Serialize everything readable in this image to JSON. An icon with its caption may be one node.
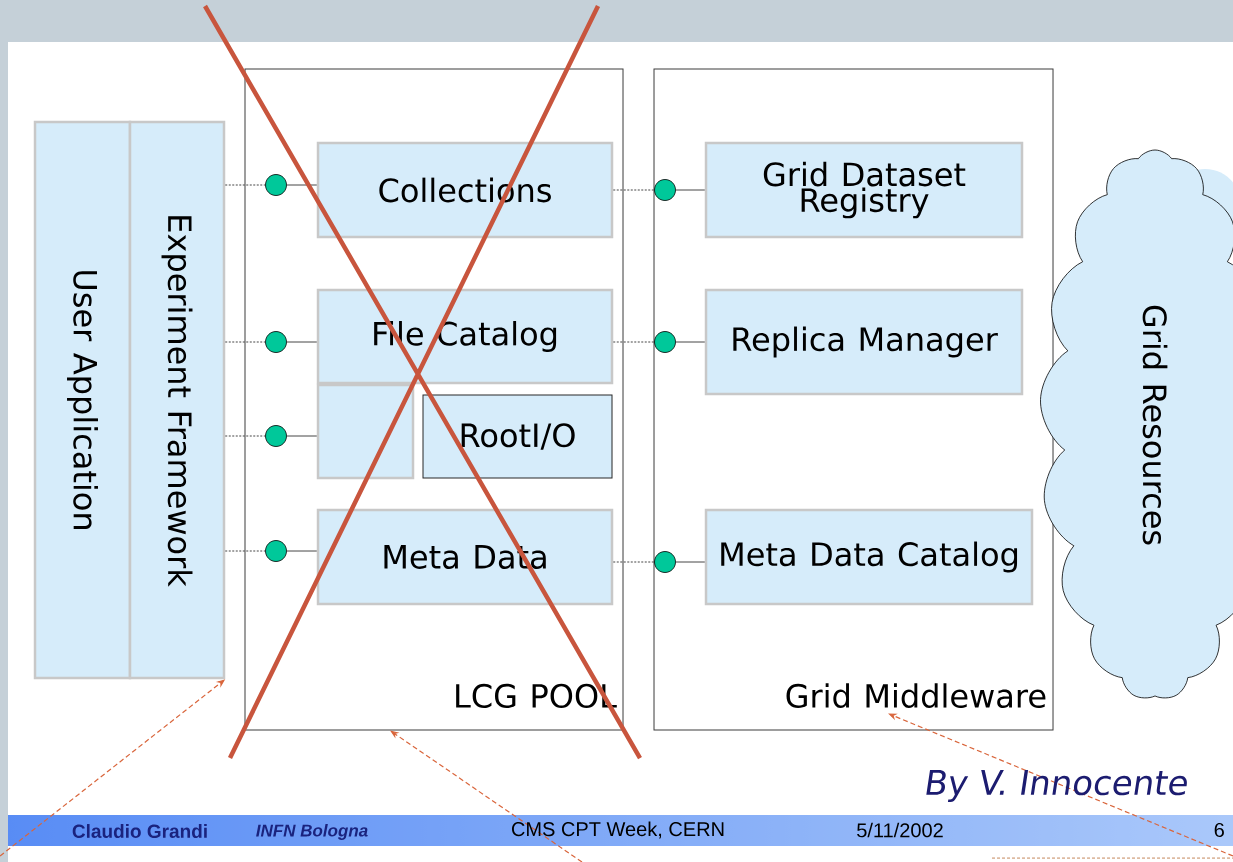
{
  "diagram": {
    "nodes": [
      {
        "text": [
          "User Application"
        ]
      },
      {
        "text": [
          "Experiment Framework"
        ]
      },
      {
        "text": [
          "LCG POOL"
        ]
      },
      {
        "text": [],
        "shape": "circle",
        "in": 2
      },
      {
        "text": [
          "Collections"
        ],
        "in": 2
      },
      {
        "text": [],
        "shape": "circle",
        "in": 2
      },
      {
        "text": [
          "File Catalog"
        ],
        "in": 2
      },
      {
        "text": [],
        "shape": "circle",
        "in": 2
      },
      {
        "text": [],
        "shape": "box",
        "in": 2
      },
      {
        "text": [
          "RootI/O"
        ],
        "in": 2
      },
      {
        "text": [],
        "shape": "circle",
        "in": 2
      },
      {
        "text": [
          "Meta Data"
        ],
        "in": 2
      },
      {
        "text": [
          "Grid Middleware"
        ]
      },
      {
        "text": [],
        "shape": "circle",
        "in": 12
      },
      {
        "text": [
          "Grid Dataset Registry"
        ],
        "in": 12
      },
      {
        "text": [],
        "shape": "circle",
        "in": 12
      },
      {
        "text": [
          "Replica Manager"
        ],
        "in": 12
      },
      {
        "text": [],
        "shape": "circle",
        "in": 12
      },
      {
        "text": [
          "Meta Data Catalog"
        ],
        "in": 12
      },
      {
        "text": [
          "Grid Resources"
        ]
      }
    ],
    "edges": [
      {
        "from": 1,
        "to": 3,
        "arrow": "none",
        "style": "dashed"
      },
      {
        "from": 3,
        "to": 4,
        "arrow": "none"
      },
      {
        "from": 1,
        "to": 5,
        "arrow": "none",
        "style": "dashed"
      },
      {
        "from": 5,
        "to": 6,
        "arrow": "none"
      },
      {
        "from": 1,
        "to": 7,
        "arrow": "none",
        "style": "dashed"
      },
      {
        "from": 7,
        "to": 8,
        "arrow": "none"
      },
      {
        "from": 1,
        "to": 10,
        "arrow": "none",
        "style": "dashed"
      },
      {
        "from": 10,
        "to": 11,
        "arrow": "none"
      },
      {
        "from": 4,
        "to": 13,
        "arrow": "none",
        "style": "dashed"
      },
      {
        "from": 13,
        "to": 14,
        "arrow": "none"
      },
      {
        "from": 6,
        "to": 15,
        "arrow": "none",
        "style": "dashed"
      },
      {
        "from": 15,
        "to": 16,
        "arrow": "none"
      },
      {
        "from": 11,
        "to": 17,
        "arrow": "none",
        "style": "dashed"
      },
      {
        "from": 17,
        "to": 18,
        "arrow": "none"
      },
      {
        "from": null,
        "to": 1,
        "arrow": "to",
        "style": "dashed",
        "color": "#d9653b"
      },
      {
        "from": null,
        "to": 2,
        "arrow": "to",
        "style": "dashed",
        "color": "#d9653b"
      },
      {
        "from": null,
        "to": 12,
        "arrow": "to",
        "style": "dashed",
        "color": "#d9653b"
      }
    ],
    "labels": [
      "By V. Innocente",
      "Claudio Grandi",
      "INFN Bologna",
      "CMS CPT Week, CERN",
      "5/11/2002",
      "6"
    ]
  }
}
